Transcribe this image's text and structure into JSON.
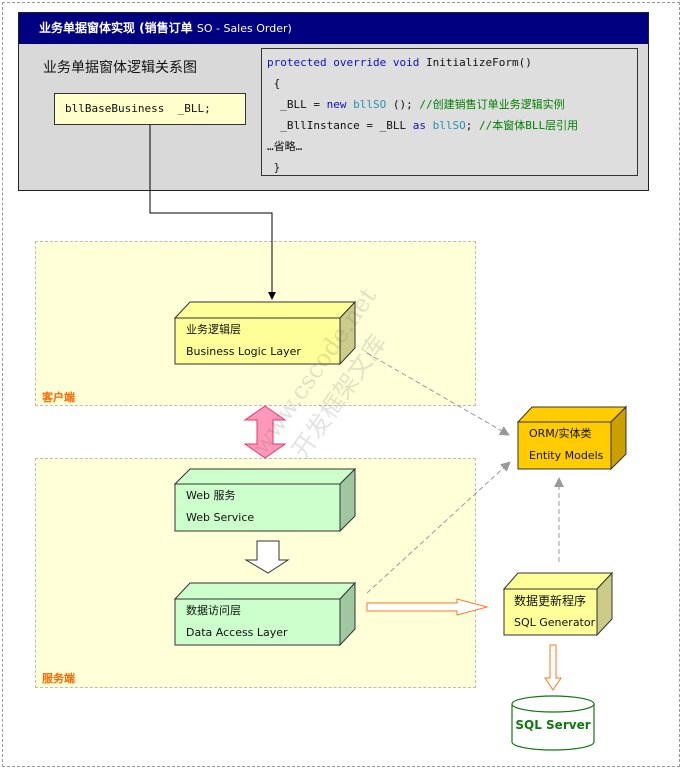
{
  "header": {
    "title": "业务单据窗体实现 (销售订单",
    "title_suffix": "SO - Sales Order)",
    "subtitle": "业务单据窗体逻辑关系图",
    "declaration": "bllBaseBusiness  _BLL;"
  },
  "code": {
    "line1": {
      "kw": "protected override void",
      "rest": " InitializeForm()"
    },
    "line2": " {",
    "line3": {
      "a": "  _BLL = ",
      "kw": "new",
      "sp": " ",
      "ty": "bllSO",
      "b": " (); ",
      "cm": "//创建销售订单业务逻辑实例"
    },
    "line4": {
      "a": "  _BllInstance = _BLL ",
      "kw": "as",
      "sp": " ",
      "ty": "bllSO",
      "b": "; ",
      "cm": "//本窗体BLL层引用"
    },
    "line5": "…省略…",
    "line6": " }"
  },
  "zones": {
    "client": "客户端",
    "server": "服务端"
  },
  "boxes": {
    "bll": {
      "cn": "业务逻辑层",
      "en": "Business Logic Layer",
      "color": "#ffff99"
    },
    "web": {
      "cn": "Web 服务",
      "en": "Web Service",
      "color": "#ccffcc"
    },
    "dal": {
      "cn": "数据访问层",
      "en": "Data Access Layer",
      "color": "#ccffcc"
    },
    "orm": {
      "cn": "ORM/实体类",
      "en": "Entity Models",
      "color": "#ffcc00"
    },
    "sqlgen": {
      "cn": "数据更新程序",
      "en": "SQL Generator",
      "color": "#ffff99"
    },
    "db": {
      "label": "SQL Server"
    }
  },
  "watermark": {
    "line1": "www.cscode.net",
    "line2": "开发框架文库"
  }
}
